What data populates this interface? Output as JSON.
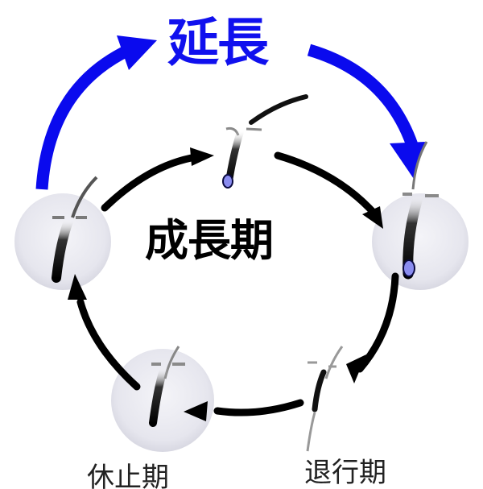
{
  "diagram": {
    "title": "延長",
    "center_label": "成長期",
    "stages": [
      {
        "id": "anagen-early",
        "label": "",
        "position": "top"
      },
      {
        "id": "anagen-full",
        "label": "",
        "position": "right"
      },
      {
        "id": "catagen",
        "label": "退行期",
        "position": "bottom-right"
      },
      {
        "id": "telogen",
        "label": "休止期",
        "position": "bottom-left"
      },
      {
        "id": "anagen-start",
        "label": "",
        "position": "left"
      }
    ],
    "colors": {
      "extension_arrow": "#0a0aee",
      "cycle_arrow": "#000000",
      "circle_fill": "#e9e9f0",
      "bulb": "#8a8cf0"
    }
  }
}
